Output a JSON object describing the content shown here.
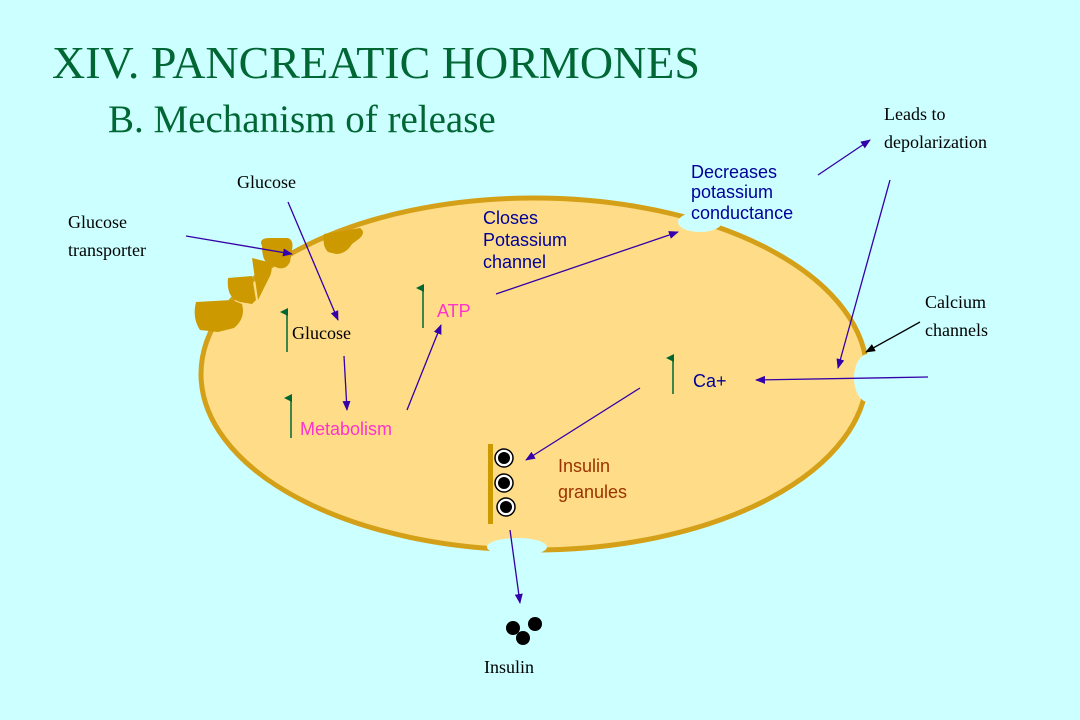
{
  "title": "XIV.  PANCREATIC HORMONES",
  "subtitle": "B.  Mechanism of release",
  "labels": {
    "glucose_outside": "Glucose",
    "glucose_transporter_1": "Glucose",
    "glucose_transporter_2": "transporter",
    "closes_1": "Closes",
    "closes_2": "Potassium",
    "closes_3": "channel",
    "decreases_1": "Decreases",
    "decreases_2": "potassium",
    "decreases_3": "conductance",
    "leads_1": "Leads to",
    "leads_2": "depolarization",
    "calcium_1": "Calcium",
    "calcium_2": "channels",
    "glucose_inside": "Glucose",
    "atp": "ATP",
    "metabolism": "Metabolism",
    "ca": "Ca+",
    "granules_1": "Insulin",
    "granules_2": "granules",
    "insulin": "Insulin"
  },
  "colors": {
    "background": "#ccffff",
    "title": "#006633",
    "cell_fill": "#ffdd88",
    "cell_border": "#d4a017",
    "transporter": "#cc9900",
    "arrow": "#3300aa",
    "increase_arrow": "#006633",
    "pink_text": "#ff33cc",
    "blue_text": "#000099",
    "granule_text": "#993300",
    "black": "#000000"
  }
}
